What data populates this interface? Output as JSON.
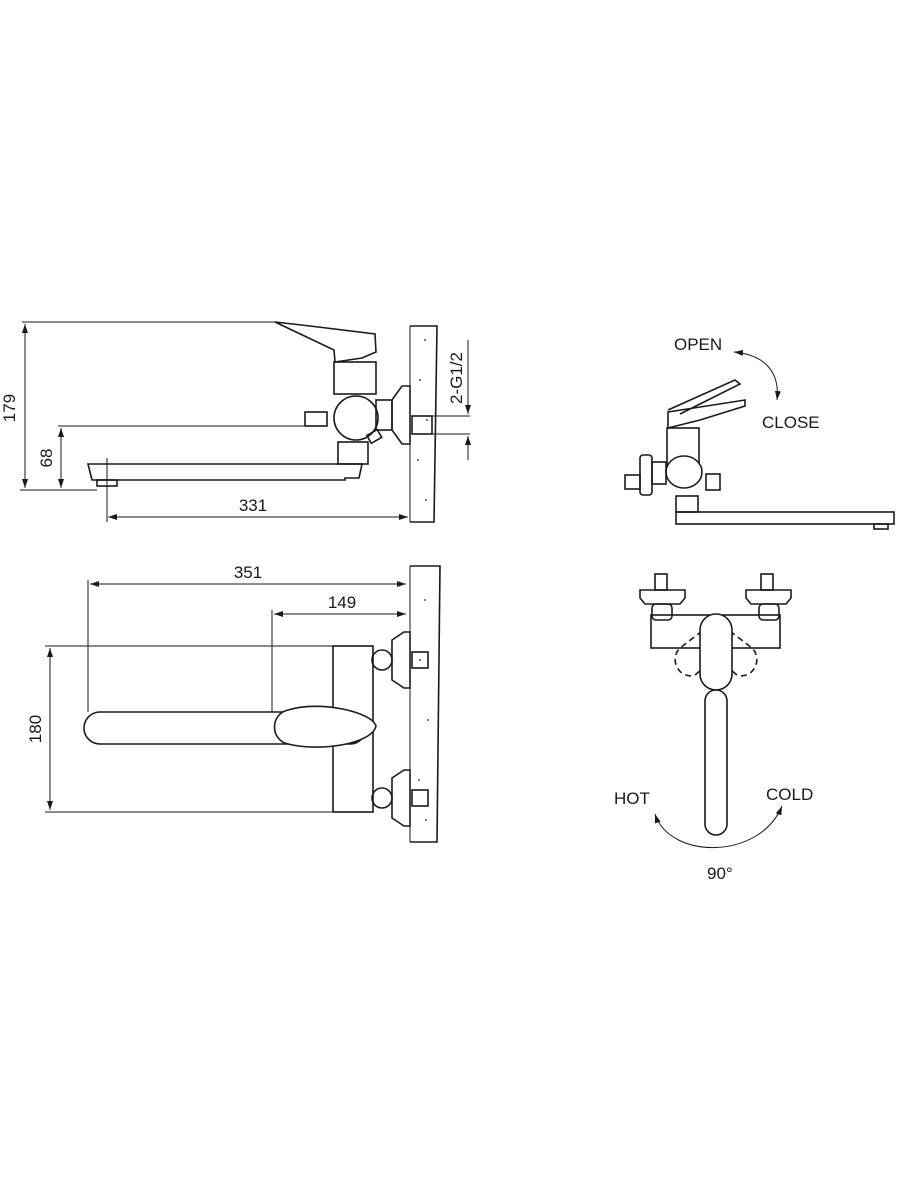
{
  "side_view": {
    "dim_total_height": "179",
    "dim_spout_height": "68",
    "dim_spout_reach": "331",
    "dim_connection": "2-G1/2"
  },
  "top_view": {
    "dim_total_length": "351",
    "dim_handle_length": "149",
    "dim_width": "180"
  },
  "lever_view": {
    "open_label": "OPEN",
    "close_label": "CLOSE"
  },
  "front_view": {
    "hot_label": "HOT",
    "cold_label": "COLD",
    "angle_label": "90°"
  }
}
